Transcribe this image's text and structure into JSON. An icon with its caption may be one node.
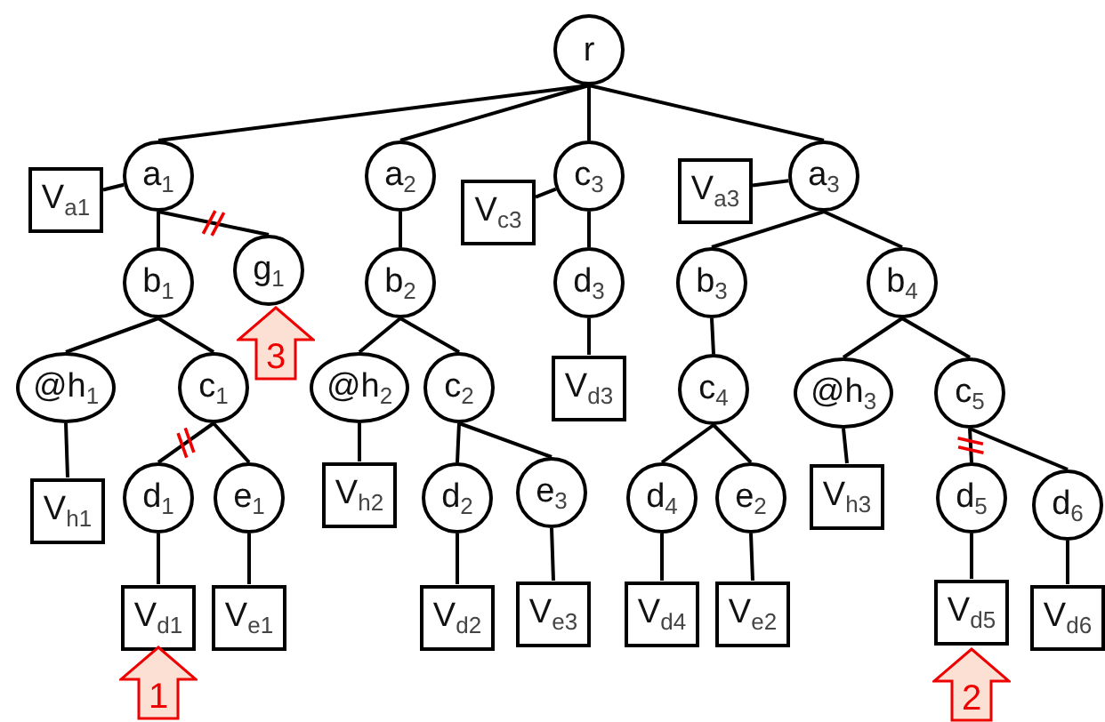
{
  "diagram": {
    "nodes": [
      {
        "text": [
          "r"
        ]
      },
      {
        "text": [
          "V$_{a1}$"
        ]
      },
      {
        "text": [
          "a$_{1}$"
        ]
      },
      {
        "text": [
          "a$_{2}$"
        ]
      },
      {
        "text": [
          "V$_{c3}$"
        ]
      },
      {
        "text": [
          "c$_{3}$"
        ]
      },
      {
        "text": [
          "V$_{a3}$"
        ]
      },
      {
        "text": [
          "a$_{3}$"
        ]
      },
      {
        "text": [
          "b$_{1}$"
        ]
      },
      {
        "text": [
          "g$_{1}$"
        ]
      },
      {
        "text": [
          "b$_{2}$"
        ]
      },
      {
        "text": [
          "d$_{3}$"
        ]
      },
      {
        "text": [
          "b$_{3}$"
        ]
      },
      {
        "text": [
          "b$_{4}$"
        ]
      },
      {
        "text": [
          "3"
        ]
      },
      {
        "text": [
          "@h$_{1}$"
        ]
      },
      {
        "text": [
          "c$_{1}$"
        ]
      },
      {
        "text": [
          "@h$_{2}$"
        ]
      },
      {
        "text": [
          "c$_{2}$"
        ]
      },
      {
        "text": [
          "V$_{d3}$"
        ]
      },
      {
        "text": [
          "c$_{4}$"
        ]
      },
      {
        "text": [
          "@h$_{3}$"
        ]
      },
      {
        "text": [
          "c$_{5}$"
        ]
      },
      {
        "text": [
          "V$_{h1}$"
        ]
      },
      {
        "text": [
          "d$_{1}$"
        ]
      },
      {
        "text": [
          "e$_{1}$"
        ]
      },
      {
        "text": [
          "V$_{h2}$"
        ]
      },
      {
        "text": [
          "d$_{2}$"
        ]
      },
      {
        "text": [
          "e$_{3}$"
        ]
      },
      {
        "text": [
          "d$_{4}$"
        ]
      },
      {
        "text": [
          "e$_{2}$"
        ]
      },
      {
        "text": [
          "V$_{h3}$"
        ]
      },
      {
        "text": [
          "d$_{5}$"
        ]
      },
      {
        "text": [
          "d$_{6}$"
        ]
      },
      {
        "text": [
          "V$_{d1}$"
        ]
      },
      {
        "text": [
          "V$_{e1}$"
        ]
      },
      {
        "text": [
          "V$_{d2}$"
        ]
      },
      {
        "text": [
          "V$_{e3}$"
        ]
      },
      {
        "text": [
          "V$_{d4}$"
        ]
      },
      {
        "text": [
          "V$_{e2}$"
        ]
      },
      {
        "text": [
          "V$_{d5}$"
        ]
      },
      {
        "text": [
          "V$_{d6}$"
        ]
      },
      {
        "text": [
          "1"
        ]
      },
      {
        "text": [
          "2"
        ]
      }
    ],
    "edges": [
      {
        "from": 0,
        "to": 2,
        "arrow": "none"
      },
      {
        "from": 0,
        "to": 3,
        "arrow": "none"
      },
      {
        "from": 0,
        "to": 5,
        "arrow": "none"
      },
      {
        "from": 0,
        "to": 7,
        "arrow": "none"
      },
      {
        "from": 2,
        "to": 1,
        "arrow": "none"
      },
      {
        "from": 2,
        "to": 8,
        "arrow": "none"
      },
      {
        "from": 2,
        "to": 9,
        "arrow": "none"
      },
      {
        "from": 3,
        "to": 10,
        "arrow": "none"
      },
      {
        "from": 5,
        "to": 4,
        "arrow": "none"
      },
      {
        "from": 5,
        "to": 11,
        "arrow": "none"
      },
      {
        "from": 7,
        "to": 6,
        "arrow": "none"
      },
      {
        "from": 7,
        "to": 12,
        "arrow": "none"
      },
      {
        "from": 7,
        "to": 13,
        "arrow": "none"
      },
      {
        "from": 8,
        "to": 15,
        "arrow": "none"
      },
      {
        "from": 8,
        "to": 16,
        "arrow": "none"
      },
      {
        "from": 10,
        "to": 17,
        "arrow": "none"
      },
      {
        "from": 10,
        "to": 18,
        "arrow": "none"
      },
      {
        "from": 11,
        "to": 19,
        "arrow": "none"
      },
      {
        "from": 12,
        "to": 20,
        "arrow": "none"
      },
      {
        "from": 13,
        "to": 21,
        "arrow": "none"
      },
      {
        "from": 13,
        "to": 22,
        "arrow": "none"
      },
      {
        "from": 15,
        "to": 23,
        "arrow": "none"
      },
      {
        "from": 16,
        "to": 24,
        "arrow": "none"
      },
      {
        "from": 16,
        "to": 25,
        "arrow": "none"
      },
      {
        "from": 17,
        "to": 26,
        "arrow": "none"
      },
      {
        "from": 18,
        "to": 27,
        "arrow": "none"
      },
      {
        "from": 18,
        "to": 28,
        "arrow": "none"
      },
      {
        "from": 20,
        "to": 29,
        "arrow": "none"
      },
      {
        "from": 20,
        "to": 30,
        "arrow": "none"
      },
      {
        "from": 21,
        "to": 31,
        "arrow": "none"
      },
      {
        "from": 22,
        "to": 32,
        "arrow": "none"
      },
      {
        "from": 22,
        "to": 33,
        "arrow": "none"
      },
      {
        "from": 24,
        "to": 34,
        "arrow": "none"
      },
      {
        "from": 25,
        "to": 35,
        "arrow": "none"
      },
      {
        "from": 27,
        "to": 36,
        "arrow": "none"
      },
      {
        "from": 28,
        "to": 37,
        "arrow": "none"
      },
      {
        "from": 29,
        "to": 38,
        "arrow": "none"
      },
      {
        "from": 30,
        "to": 39,
        "arrow": "none"
      },
      {
        "from": 32,
        "to": 40,
        "arrow": "none"
      },
      {
        "from": 33,
        "to": 41,
        "arrow": "none"
      }
    ]
  }
}
